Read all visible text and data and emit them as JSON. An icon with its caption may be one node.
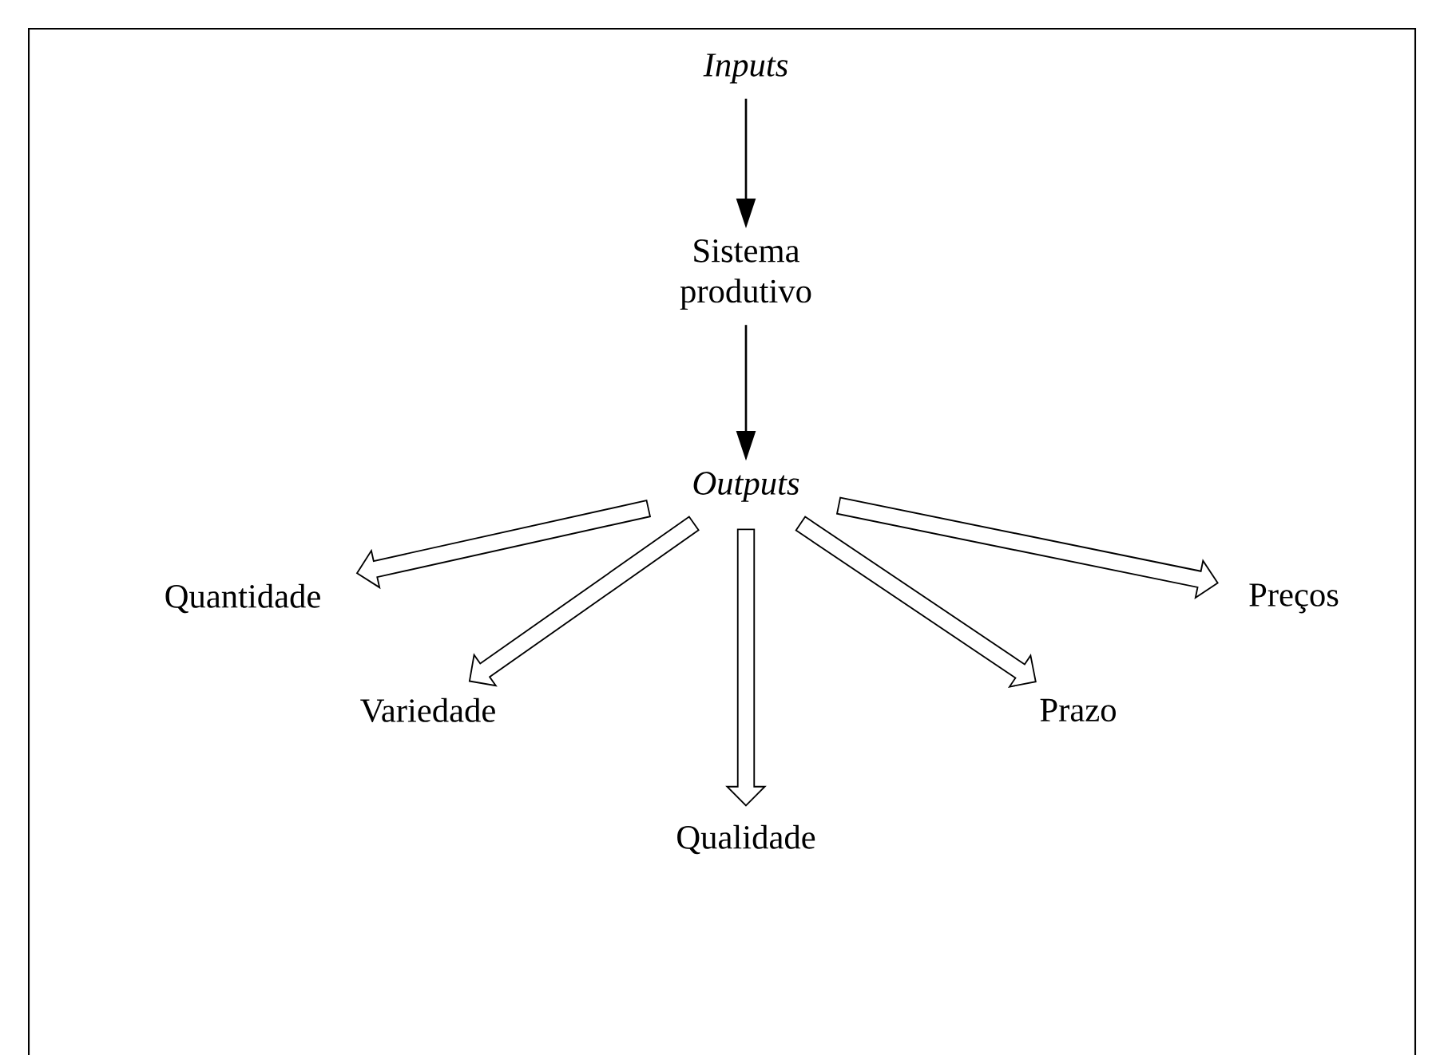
{
  "diagram": {
    "nodes": [
      {
        "text": [
          "Inputs"
        ]
      },
      {
        "text": [
          "Sistema produtivo"
        ]
      },
      {
        "text": [
          "Outputs"
        ]
      },
      {
        "text": [
          "Quantidade"
        ]
      },
      {
        "text": [
          "Variedade"
        ]
      },
      {
        "text": [
          "Qualidade"
        ]
      },
      {
        "text": [
          "Prazo"
        ]
      },
      {
        "text": [
          "Preços"
        ]
      }
    ],
    "edges": [
      {
        "from": 0,
        "to": 1,
        "arrow": "to"
      },
      {
        "from": 1,
        "to": 2,
        "arrow": "to"
      },
      {
        "from": 2,
        "to": 3,
        "arrow": "to"
      },
      {
        "from": 2,
        "to": 4,
        "arrow": "to"
      },
      {
        "from": 2,
        "to": 5,
        "arrow": "to"
      },
      {
        "from": 2,
        "to": 6,
        "arrow": "to"
      },
      {
        "from": 2,
        "to": 7,
        "arrow": "to"
      }
    ]
  }
}
